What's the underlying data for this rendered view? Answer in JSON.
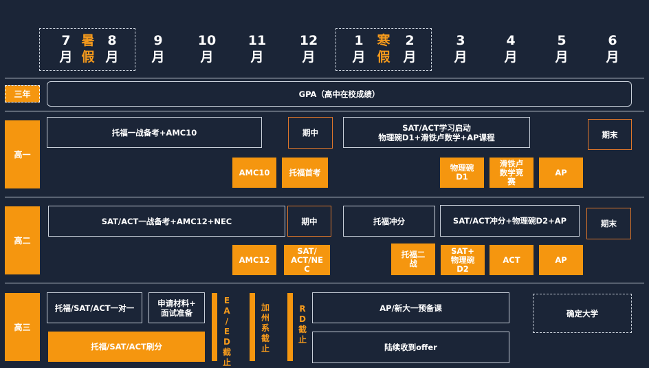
{
  "months": [
    {
      "id": "jul",
      "text": "7\n月"
    },
    {
      "id": "aug",
      "text": "8\n月"
    },
    {
      "id": "sep",
      "text": "9\n月"
    },
    {
      "id": "oct",
      "text": "10\n月"
    },
    {
      "id": "nov",
      "text": "11\n月"
    },
    {
      "id": "dec",
      "text": "12\n月"
    },
    {
      "id": "jan",
      "text": "1\n月"
    },
    {
      "id": "feb",
      "text": "2\n月"
    },
    {
      "id": "mar",
      "text": "3\n月"
    },
    {
      "id": "apr",
      "text": "4\n月"
    },
    {
      "id": "may",
      "text": "5\n月"
    },
    {
      "id": "jun",
      "text": "6\n月"
    }
  ],
  "vacations": {
    "summer": "暑\n假",
    "winter": "寒\n假"
  },
  "grades": {
    "all": "三年",
    "g1": "高一",
    "g2": "高二",
    "g3": "高三"
  },
  "all_years": {
    "gpa": "GPA（高中在校成绩）"
  },
  "g1": {
    "toefl_first": "托福一战备考+AMC10",
    "midterm": "期中",
    "sat_start": "SAT/ACT学习启动\n物理碗D1+滑铁卢数学+AP课程",
    "final": "期末",
    "amc10": "AMC10",
    "toefl_first_exam": "托福首考",
    "physics_bowl_d1": "物理碗\nD1",
    "waterloo": "滑铁卢\n数学竞\n赛",
    "ap": "AP"
  },
  "g2": {
    "sat_first": "SAT/ACT一战备考+AMC12+NEC",
    "midterm": "期中",
    "toefl_sprint": "托福冲分",
    "sat_sprint": "SAT/ACT冲分+物理碗D2+AP",
    "final": "期末",
    "amc12": "AMC12",
    "sat_nec": "SAT/\nACT/NE\nC",
    "toefl_second": "托福二\n战",
    "sat_pb_d2": "SAT+\n物理碗\nD2",
    "act": "ACT",
    "ap": "AP"
  },
  "g3": {
    "one_on_one": "托福/SAT/ACT一对一",
    "application": "申请材料+\n面试准备",
    "ea_ed": "E\nA\n/\nE\nD\n截\n止",
    "uc": "加\n州\n系\n截\n止",
    "rd": "R\nD\n截\n止",
    "ap_prep": "AP/新大一预备课",
    "decide": "确定大学",
    "score_boost": "托福/SAT/ACT刷分",
    "offers": "陆续收到offer"
  },
  "colors": {
    "background": "#1b2537",
    "accent": "#f5960f",
    "line": "#c9d0da"
  }
}
